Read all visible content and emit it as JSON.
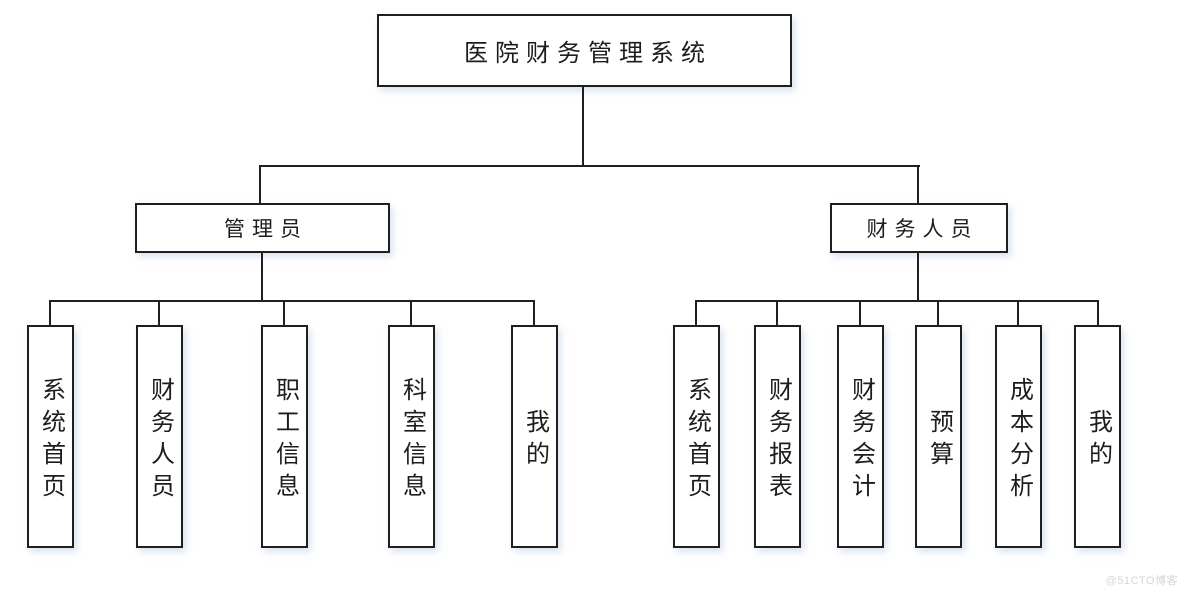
{
  "diagram": {
    "title": "医院财务管理系统",
    "root": {
      "label": "医院财务管理系统"
    },
    "branches": [
      {
        "label": "管理员",
        "children": [
          "系统首页",
          "财务人员",
          "职工信息",
          "科室信息",
          "我的"
        ]
      },
      {
        "label": "财务人员",
        "children": [
          "系统首页",
          "财务报表",
          "财务会计",
          "预算",
          "成本分析",
          "我的"
        ]
      }
    ]
  },
  "watermark": {
    "text": "@51CTO博客"
  },
  "colors": {
    "line": "#1f1f1f",
    "node_border": "#1f1f1f",
    "node_fill": "#ffffff",
    "node_shadow": "#b9cbe6",
    "text": "#1d1d1d",
    "watermark": "#d6d6d6",
    "background": "#ffffff"
  }
}
